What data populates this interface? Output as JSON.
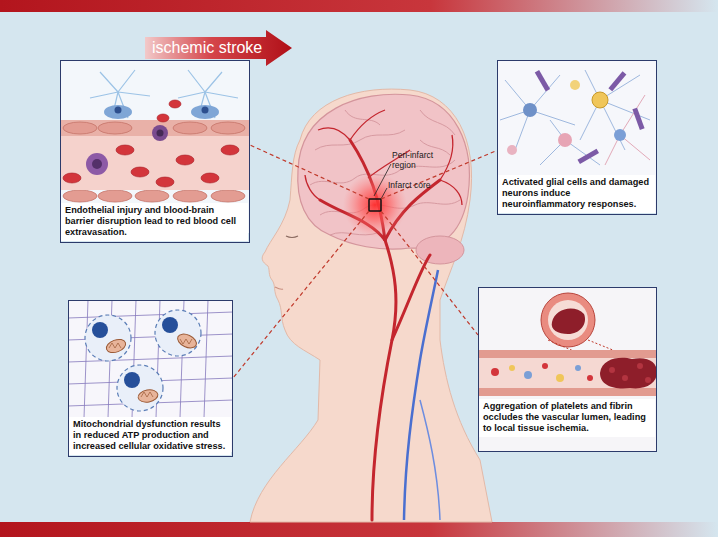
{
  "diagram": {
    "nodes": [
      {
        "text": [
          "Endothelial injury and blood-brain barrier disruption lead to red blood cell extravasation."
        ]
      },
      {
        "text": [
          "Activated glial cells and damaged neurons induce neuroinflammatory responses."
        ]
      },
      {
        "text": [
          "Mitochondrial dysfunction results in reduced ATP production and increased cellular oxidative stress."
        ]
      },
      {
        "text": [
          "Aggregation of platelets and fibrin occludes the vascular lumen, leading to local tissue ischemia."
        ]
      }
    ],
    "labels": [
      "ischemic stroke",
      "Peri-infarct region",
      "Infarct core"
    ]
  }
}
